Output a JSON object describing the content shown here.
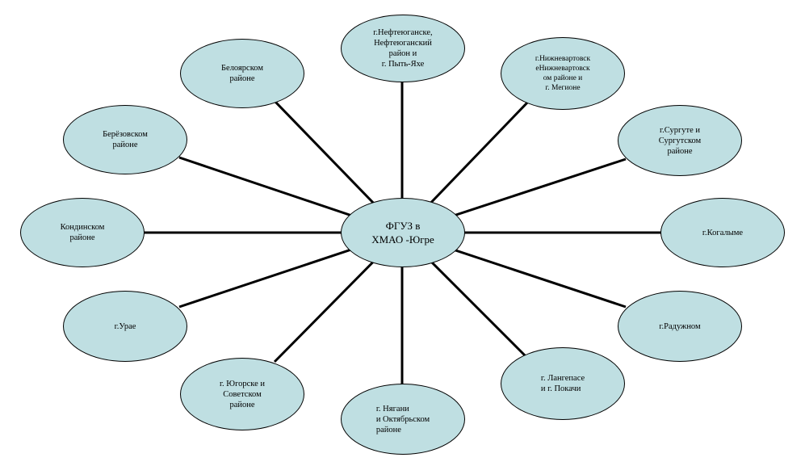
{
  "diagram": {
    "center": {
      "label": "ФГУЗ в\nХМАО -Югре"
    },
    "nodes": [
      {
        "id": "neft",
        "label": "г.Нефтеюганске,\nНефтеюганский\nрайон и\nг. Пыть-Яхе"
      },
      {
        "id": "nizhnevart",
        "label": "г.Нижневартовск\nеНижневартовск\nом районе и\nг. Мегионе"
      },
      {
        "id": "surgut",
        "label": "г.Сургуте и\nСургутском\nрайоне"
      },
      {
        "id": "kogalym",
        "label": "г.Когалыме"
      },
      {
        "id": "raduzhny",
        "label": "г.Радужном"
      },
      {
        "id": "langepas",
        "label": "г. Лангепасе\nи г. Покачи"
      },
      {
        "id": "nyagan",
        "label": "г. Нягани\nи Октябрьском\nрайоне"
      },
      {
        "id": "yugorsk",
        "label": "г. Югорске и\nСоветском\nрайоне"
      },
      {
        "id": "uray",
        "label": "г.Урае"
      },
      {
        "id": "kondinsk",
        "label": "Кондинском\nрайоне"
      },
      {
        "id": "berezovo",
        "label": "Берёзовском\nрайоне"
      },
      {
        "id": "beloyarsk",
        "label": "Белоярском\nрайоне"
      }
    ],
    "colors": {
      "fill": "#bfdfe2",
      "stroke": "#000000"
    }
  }
}
